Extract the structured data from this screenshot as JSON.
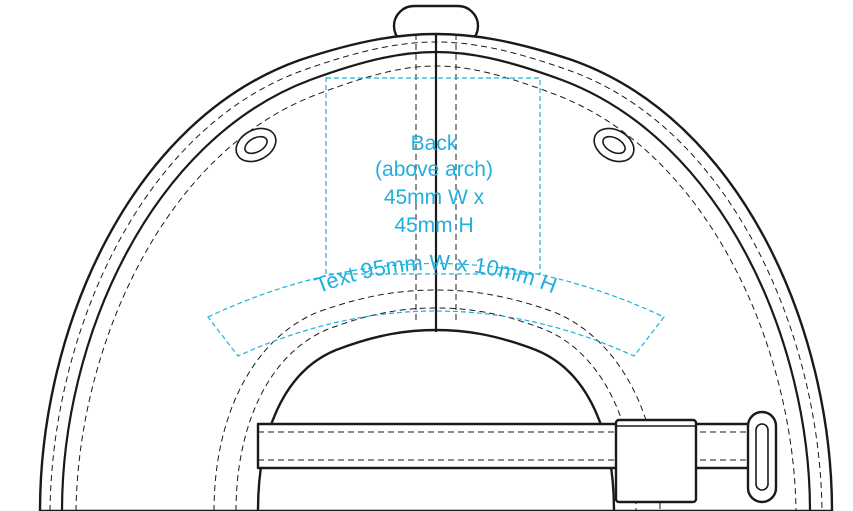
{
  "back_zone": {
    "lines": [
      "Back",
      "(above arch)",
      "45mm W x",
      "45mm H"
    ]
  },
  "text_zone": {
    "label": "Text  95mm W x 10mm H"
  },
  "colors": {
    "outline": "#1a1a1a",
    "print_area": "#21b0de",
    "background": "#ffffff"
  },
  "icons": {
    "eyelet_left": "eyelet-icon",
    "eyelet_right": "eyelet-icon",
    "top_button": "button-icon",
    "strap_buckle": "buckle-icon"
  }
}
